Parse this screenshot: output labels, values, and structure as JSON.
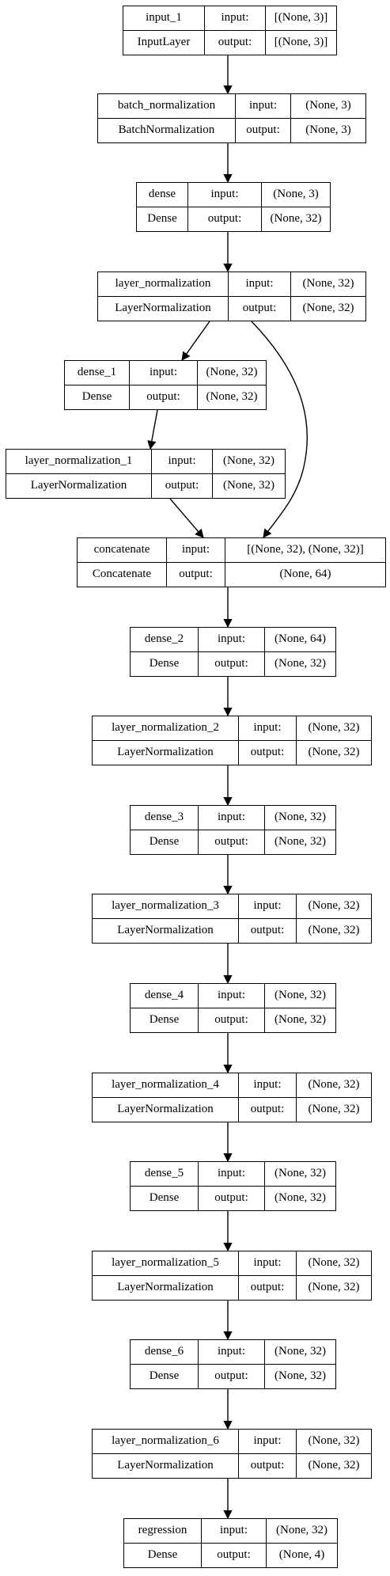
{
  "labels": {
    "input": "input:",
    "output": "output:"
  },
  "layers": [
    {
      "name": "input_1",
      "type": "InputLayer",
      "in": "[(None, 3)]",
      "out": "[(None, 3)]"
    },
    {
      "name": "batch_normalization",
      "type": "BatchNormalization",
      "in": "(None, 3)",
      "out": "(None, 3)"
    },
    {
      "name": "dense",
      "type": "Dense",
      "in": "(None, 3)",
      "out": "(None, 32)"
    },
    {
      "name": "layer_normalization",
      "type": "LayerNormalization",
      "in": "(None, 32)",
      "out": "(None, 32)"
    },
    {
      "name": "dense_1",
      "type": "Dense",
      "in": "(None, 32)",
      "out": "(None, 32)"
    },
    {
      "name": "layer_normalization_1",
      "type": "LayerNormalization",
      "in": "(None, 32)",
      "out": "(None, 32)"
    },
    {
      "name": "concatenate",
      "type": "Concatenate",
      "in": "[(None, 32), (None, 32)]",
      "out": "(None, 64)"
    },
    {
      "name": "dense_2",
      "type": "Dense",
      "in": "(None, 64)",
      "out": "(None, 32)"
    },
    {
      "name": "layer_normalization_2",
      "type": "LayerNormalization",
      "in": "(None, 32)",
      "out": "(None, 32)"
    },
    {
      "name": "dense_3",
      "type": "Dense",
      "in": "(None, 32)",
      "out": "(None, 32)"
    },
    {
      "name": "layer_normalization_3",
      "type": "LayerNormalization",
      "in": "(None, 32)",
      "out": "(None, 32)"
    },
    {
      "name": "dense_4",
      "type": "Dense",
      "in": "(None, 32)",
      "out": "(None, 32)"
    },
    {
      "name": "layer_normalization_4",
      "type": "LayerNormalization",
      "in": "(None, 32)",
      "out": "(None, 32)"
    },
    {
      "name": "dense_5",
      "type": "Dense",
      "in": "(None, 32)",
      "out": "(None, 32)"
    },
    {
      "name": "layer_normalization_5",
      "type": "LayerNormalization",
      "in": "(None, 32)",
      "out": "(None, 32)"
    },
    {
      "name": "dense_6",
      "type": "Dense",
      "in": "(None, 32)",
      "out": "(None, 32)"
    },
    {
      "name": "layer_normalization_6",
      "type": "LayerNormalization",
      "in": "(None, 32)",
      "out": "(None, 32)"
    },
    {
      "name": "regression",
      "type": "Dense",
      "in": "(None, 32)",
      "out": "(None, 4)"
    }
  ],
  "edges": [
    [
      "input_1",
      "batch_normalization"
    ],
    [
      "batch_normalization",
      "dense"
    ],
    [
      "dense",
      "layer_normalization"
    ],
    [
      "layer_normalization",
      "dense_1"
    ],
    [
      "dense_1",
      "layer_normalization_1"
    ],
    [
      "layer_normalization_1",
      "concatenate"
    ],
    [
      "layer_normalization",
      "concatenate"
    ],
    [
      "concatenate",
      "dense_2"
    ],
    [
      "dense_2",
      "layer_normalization_2"
    ],
    [
      "layer_normalization_2",
      "dense_3"
    ],
    [
      "dense_3",
      "layer_normalization_3"
    ],
    [
      "layer_normalization_3",
      "dense_4"
    ],
    [
      "dense_4",
      "layer_normalization_4"
    ],
    [
      "layer_normalization_4",
      "dense_5"
    ],
    [
      "dense_5",
      "layer_normalization_5"
    ],
    [
      "layer_normalization_5",
      "dense_6"
    ],
    [
      "dense_6",
      "layer_normalization_6"
    ],
    [
      "layer_normalization_6",
      "regression"
    ]
  ]
}
